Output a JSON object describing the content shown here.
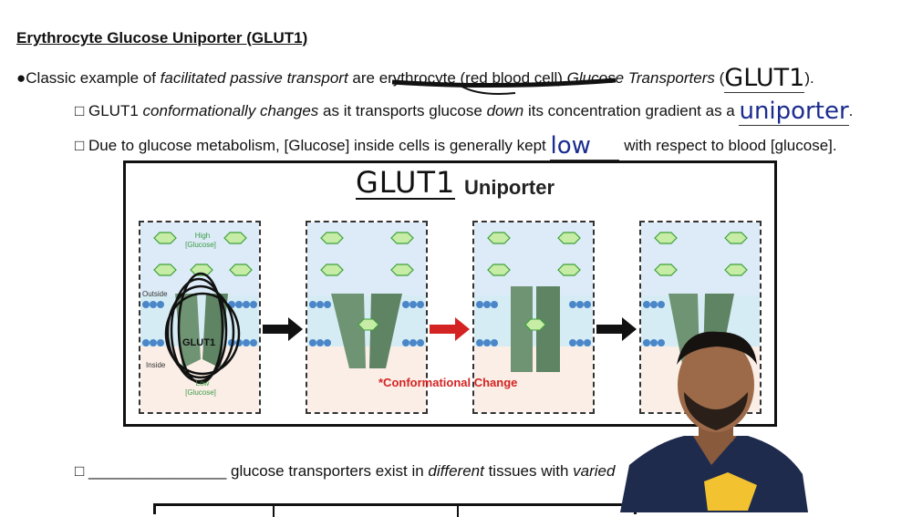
{
  "title": "Erythrocyte Glucose Uniporter (GLUT1)",
  "line1": {
    "bullet": "●",
    "text1": "Classic example of ",
    "em1": "facilitated passive transport",
    "text2": " are erythrocyte (red blood cell) ",
    "em2": "Glucose Transporters",
    "text3": " (",
    "handwritten": "GLUT1",
    "text4": ")."
  },
  "line2": {
    "box": "□",
    "text1": " GLUT1 ",
    "em1": "conformationally changes",
    "text2": " as it transports glucose ",
    "em2": "down",
    "text3": " its concentration gradient as a ",
    "handwritten": "uniporter",
    "text4": "."
  },
  "line3": {
    "box": "□",
    "text1": " Due to glucose metabolism, [Glucose] inside cells is generally kept ",
    "handwritten": "low",
    "text2": " with respect to blood [glucose]."
  },
  "line4": {
    "box": "□",
    "blank": "________________",
    "text1": " glucose transporters exist in ",
    "em1": "different",
    "text2": " tissues with ",
    "em2": "varied"
  },
  "diagram": {
    "handwritten_title": "GLUT1",
    "title": "Uniporter",
    "labels": {
      "high": "High",
      "high_glucose": "[Glucose]",
      "outside": "Outside",
      "inside": "Inside",
      "low": "Low",
      "low_glucose": "[Glucose]",
      "glut1": "GLUT1",
      "conformational": "*Conformational Change"
    }
  },
  "colors": {
    "handwriting_blue": "#1a2c8f",
    "red_arrow": "#d42323",
    "protein_green": "#6f9473",
    "glucose_green": "#7fd36b"
  }
}
